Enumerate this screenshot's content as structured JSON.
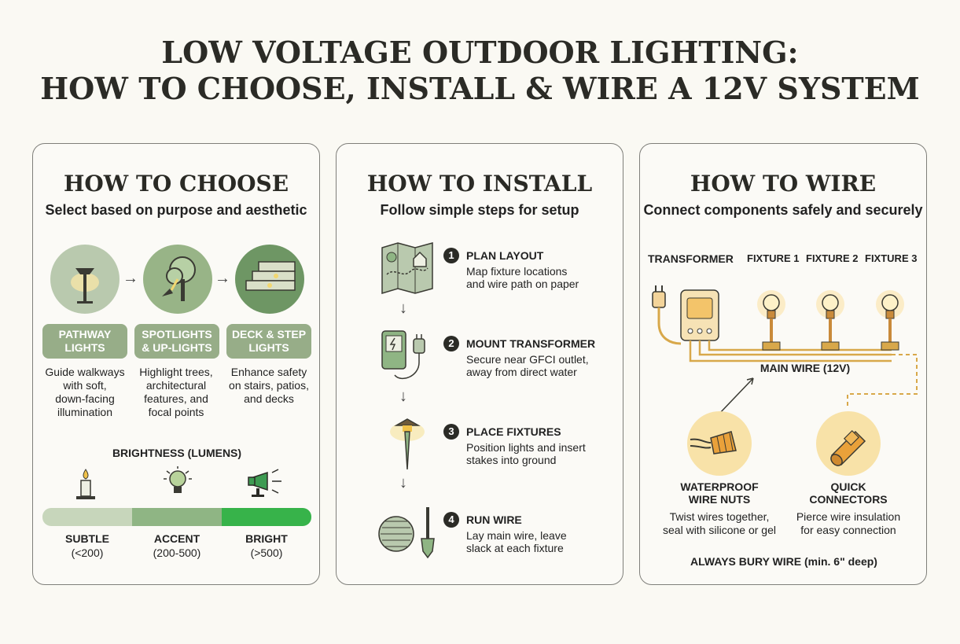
{
  "title": {
    "line1": "LOW VOLTAGE OUTDOOR LIGHTING:",
    "line2": "HOW TO CHOOSE, INSTALL & WIRE A 12V SYSTEM"
  },
  "choose": {
    "heading": "HOW TO CHOOSE",
    "subtitle": "Select based on purpose and aesthetic",
    "types": [
      {
        "label_1": "PATHWAY",
        "label_2": "LIGHTS",
        "desc_1": "Guide walkways",
        "desc_2": "with soft,",
        "desc_3": "down-facing",
        "desc_4": "illumination",
        "icon": "pathway-light-icon"
      },
      {
        "label_1": "SPOTLIGHTS",
        "label_2": "& UP-LIGHTS",
        "desc_1": "Highlight trees,",
        "desc_2": "architectural",
        "desc_3": "features, and",
        "desc_4": "focal points",
        "icon": "tree-spotlight-icon"
      },
      {
        "label_1": "DECK & STEP",
        "label_2": "LIGHTS",
        "desc_1": "Enhance safety",
        "desc_2": "on stairs, patios,",
        "desc_3": "and decks",
        "desc_4": "",
        "icon": "deck-steps-icon"
      }
    ],
    "arrow_glyph": "→",
    "brightness_title": "BRIGHTNESS (LUMENS)",
    "levels": [
      {
        "name": "SUBTLE",
        "range": "(<200)",
        "icon": "candle-icon"
      },
      {
        "name": "ACCENT",
        "range": "(200-500)",
        "icon": "bulb-icon"
      },
      {
        "name": "BRIGHT",
        "range": "(>500)",
        "icon": "floodlight-icon"
      }
    ],
    "bar_colors": [
      "#c7d6bb",
      "#8fb584",
      "#37b34a"
    ]
  },
  "install": {
    "heading": "HOW TO INSTALL",
    "subtitle": "Follow simple steps for setup",
    "steps": [
      {
        "num": "1",
        "title": "PLAN LAYOUT",
        "desc_1": "Map fixture locations",
        "desc_2": "and wire path on paper",
        "icon": "map-icon"
      },
      {
        "num": "2",
        "title": "MOUNT TRANSFORMER",
        "desc_1": "Secure near GFCI outlet,",
        "desc_2": "away from direct water",
        "icon": "transformer-plug-icon"
      },
      {
        "num": "3",
        "title": "PLACE FIXTURES",
        "desc_1": "Position lights and insert",
        "desc_2": "stakes into ground",
        "icon": "stake-light-icon"
      },
      {
        "num": "4",
        "title": "RUN WIRE",
        "desc_1": "Lay main wire, leave",
        "desc_2": "slack at each fixture",
        "icon": "wire-spool-shovel-icon"
      }
    ],
    "arrow_glyph": "↓"
  },
  "wire": {
    "heading": "HOW TO WIRE",
    "subtitle": "Connect components safely and securely",
    "transformer_label": "TRANSFORMER",
    "fixture_labels": [
      "FIXTURE 1",
      "FIXTURE 2",
      "FIXTURE 3"
    ],
    "main_wire_label": "MAIN WIRE (12V)",
    "connectors": [
      {
        "name_1": "WATERPROOF",
        "name_2": "WIRE NUTS",
        "desc_1": "Twist wires together,",
        "desc_2": "seal with silicone or gel",
        "icon": "wire-nut-icon"
      },
      {
        "name_1": "QUICK",
        "name_2": "CONNECTORS",
        "desc_1": "Pierce wire insulation",
        "desc_2": "for easy connection",
        "icon": "quick-connector-icon"
      }
    ],
    "footer": "ALWAYS BURY WIRE (min. 6\" deep)",
    "wire_color": "#d8a84a"
  }
}
